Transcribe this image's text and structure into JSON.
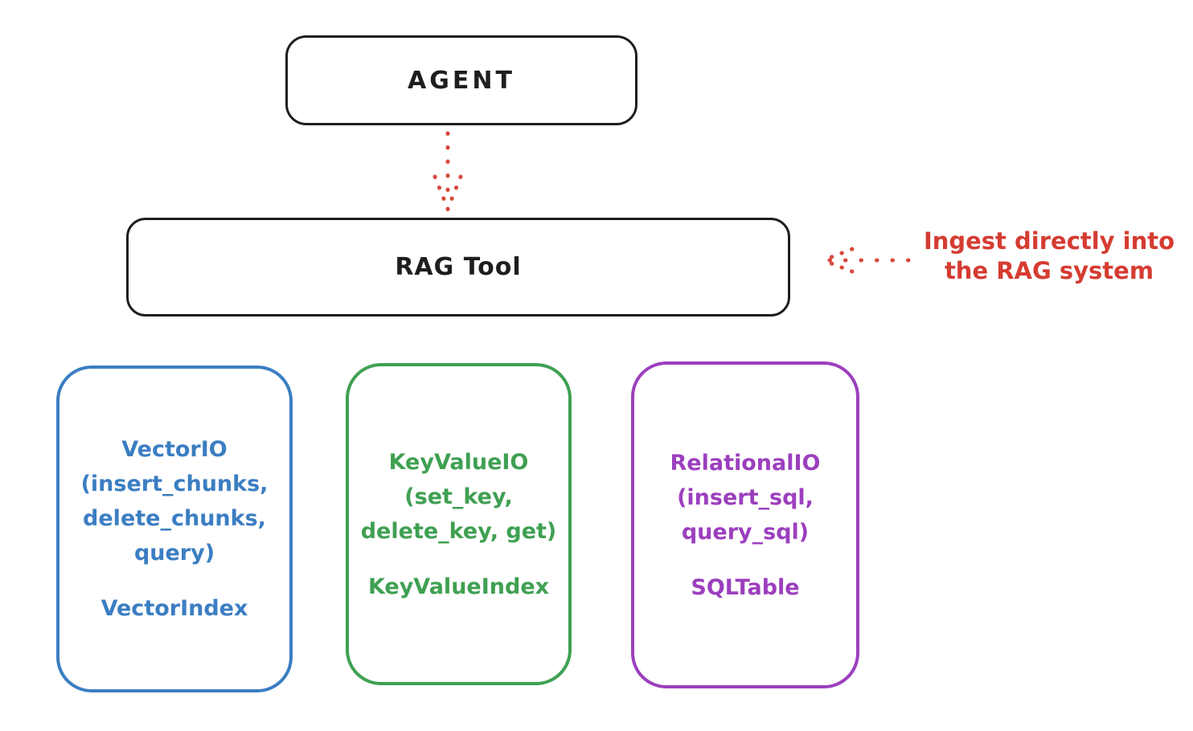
{
  "diagram": {
    "stroke_color": "#1e1e1e",
    "agent": {
      "label": "AGENT"
    },
    "rag_tool": {
      "label": "RAG Tool"
    },
    "annotation": {
      "line1": "Ingest directly into",
      "line2": "the RAG system",
      "color": "#d53c32"
    },
    "arrows": {
      "agent_to_rag": "red-dotted-arrow-down",
      "annotation_to_rag": "red-dotted-arrow-left",
      "color": "#d9493d"
    },
    "storage_boxes": [
      {
        "id": "vector-io",
        "color": "#3b7ec2",
        "lines": [
          "VectorIO",
          "(insert_chunks,",
          "delete_chunks,",
          "query)"
        ],
        "index_label": "VectorIndex"
      },
      {
        "id": "key-value-io",
        "color": "#3fa052",
        "lines": [
          "KeyValueIO",
          "(set_key,",
          "delete_key, get)"
        ],
        "index_label": "KeyValueIndex"
      },
      {
        "id": "relational-io",
        "color": "#9c3fbe",
        "lines": [
          "RelationalIO",
          "(insert_sql,",
          "query_sql)"
        ],
        "index_label": "SQLTable"
      }
    ]
  }
}
